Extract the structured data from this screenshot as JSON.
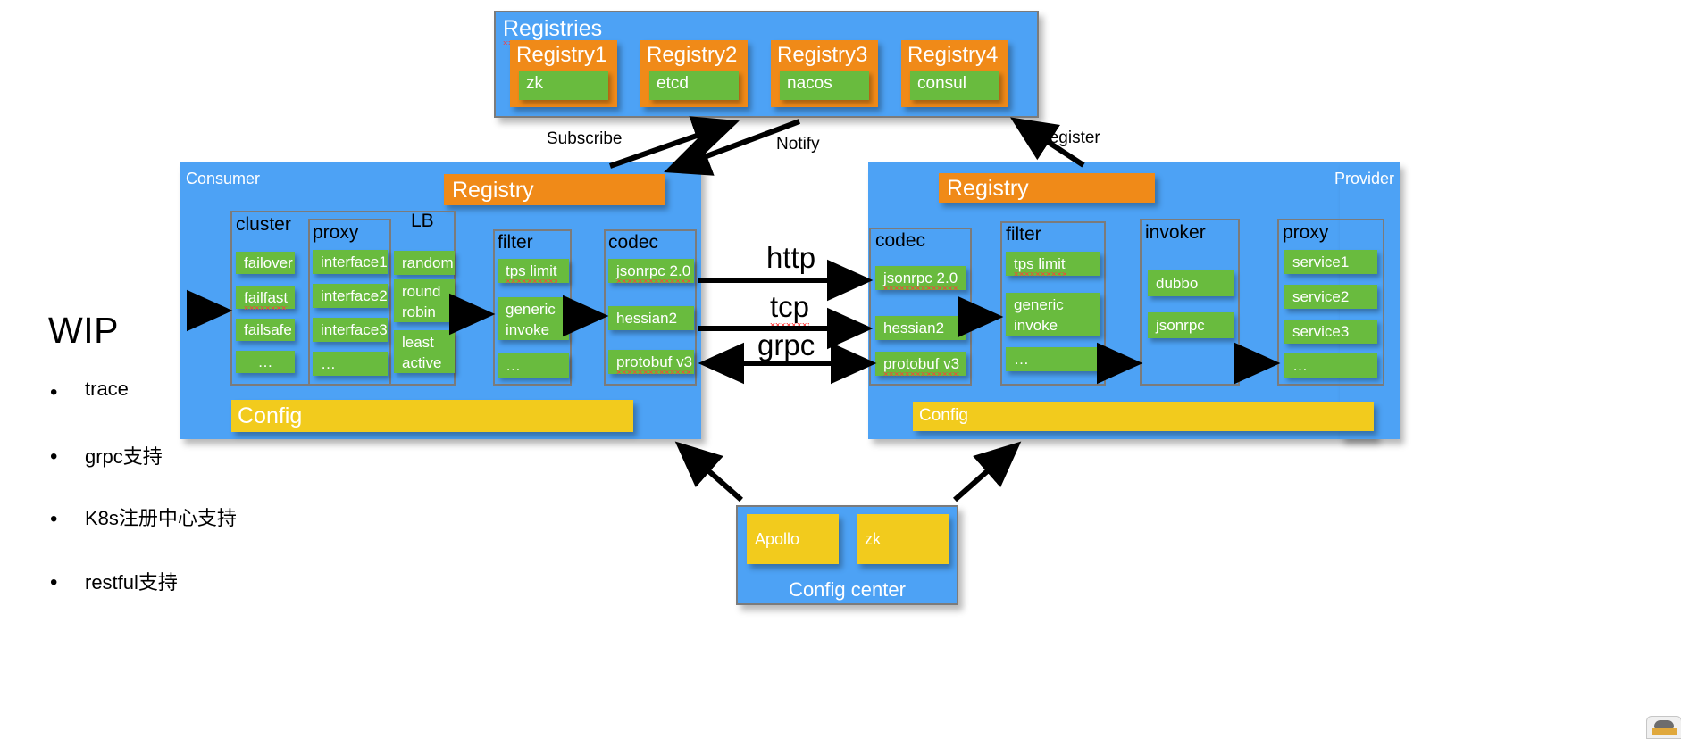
{
  "registries": {
    "title": "Registries",
    "items": [
      {
        "title": "Registry1",
        "impl": "zk"
      },
      {
        "title": "Registry2",
        "impl": "etcd"
      },
      {
        "title": "Registry3",
        "impl": "nacos"
      },
      {
        "title": "Registry4",
        "impl": "consul"
      }
    ]
  },
  "arrow_labels": {
    "subscribe": "Subscribe",
    "notify": "Notify",
    "register": "Register"
  },
  "consumer": {
    "title": "Consumer",
    "registry_bar": "Registry",
    "config_bar": "Config",
    "columns": [
      {
        "title": "cluster",
        "items": [
          "failover",
          "failfast",
          "failsafe",
          "…"
        ]
      },
      {
        "title": "proxy",
        "items": [
          "interface1",
          "interface2",
          "interface3",
          "…"
        ]
      },
      {
        "title": "LB",
        "items": [
          "random",
          "round robin",
          "least active"
        ]
      },
      {
        "title": "filter",
        "items": [
          "tps limit",
          "generic invoke",
          "…"
        ]
      },
      {
        "title": "codec",
        "items": [
          "jsonrpc 2.0",
          "hessian2",
          "protobuf v3"
        ]
      }
    ]
  },
  "provider": {
    "title": "Provider",
    "registry_bar": "Registry",
    "config_bar": "Config",
    "columns": [
      {
        "title": "codec",
        "items": [
          "jsonrpc 2.0",
          "hessian2",
          "protobuf v3"
        ]
      },
      {
        "title": "filter",
        "items": [
          "tps limit",
          "generic invoke",
          "…"
        ]
      },
      {
        "title": "invoker",
        "items": [
          "dubbo",
          "jsonrpc"
        ]
      },
      {
        "title": "proxy",
        "items": [
          "service1",
          "service2",
          "service3",
          "…"
        ]
      }
    ]
  },
  "protocols": [
    "http",
    "tcp",
    "grpc"
  ],
  "config_center": {
    "title": "Config center",
    "items": [
      "Apollo",
      "zk"
    ]
  },
  "notes": {
    "heading": "WIP",
    "bullets": [
      "trace",
      "grpc支持",
      "K8s注册中心支持",
      "restful支持"
    ]
  },
  "colors": {
    "panel_blue": "#4da2f5",
    "orange": "#f08a18",
    "green": "#69bb3e",
    "yellow": "#f2cb1d",
    "border_grey": "#7b7b7b"
  }
}
